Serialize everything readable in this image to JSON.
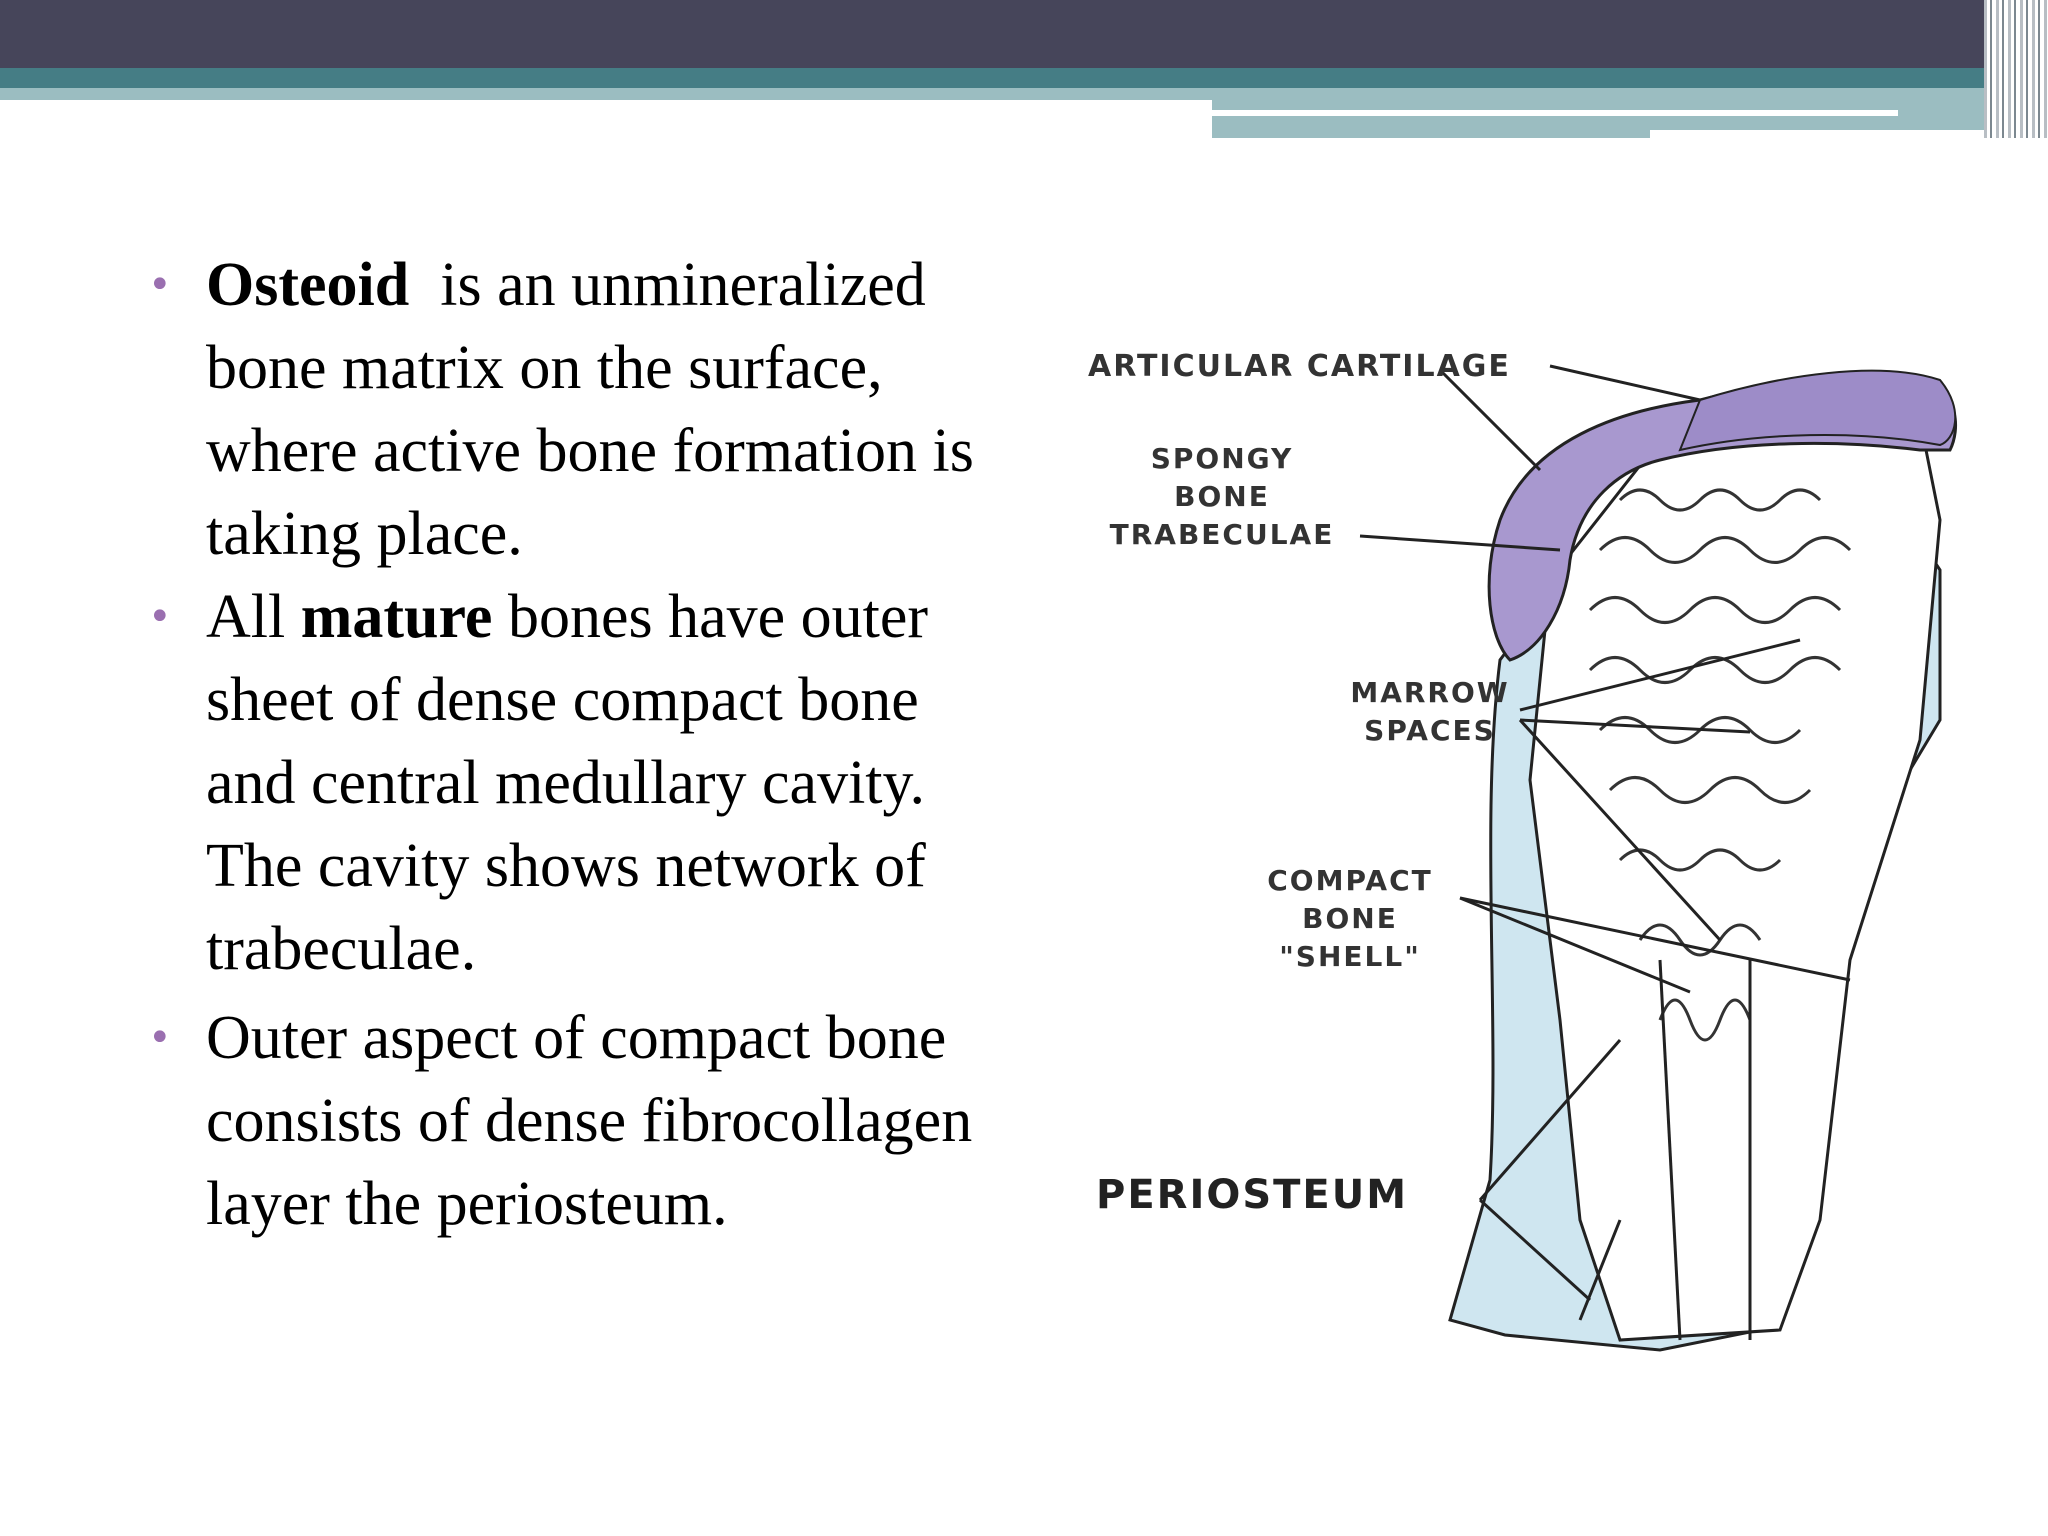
{
  "slide": {
    "bullets": [
      {
        "strong": "Osteoid",
        "rest": "  is an unmineralized bone matrix on the surface, where active bone formation is taking place."
      },
      {
        "before": "All ",
        "strong": "mature",
        "rest": " bones have outer sheet of dense compact bone and central medullary cavity. The cavity shows network of trabeculae."
      },
      {
        "text": "Outer aspect of compact bone consists of dense fibrocollagen layer the periosteum."
      }
    ],
    "bullet_glyph": "•"
  },
  "figure": {
    "labels": {
      "articular_cartilage": "ARTICULAR CARTILAGE",
      "spongy_1": "SPONGY",
      "spongy_2": "BONE",
      "spongy_3": "TRABECULAE",
      "marrow_1": "MARROW",
      "marrow_2": "SPACES",
      "compact_1": "COMPACT",
      "compact_2": "BONE",
      "compact_3": "\"SHELL\"",
      "periosteum": "PERIOSTEUM"
    },
    "colors": {
      "cartilage": "#a898cf",
      "periosteum": "#cfe6f0",
      "outline": "#222222"
    }
  }
}
